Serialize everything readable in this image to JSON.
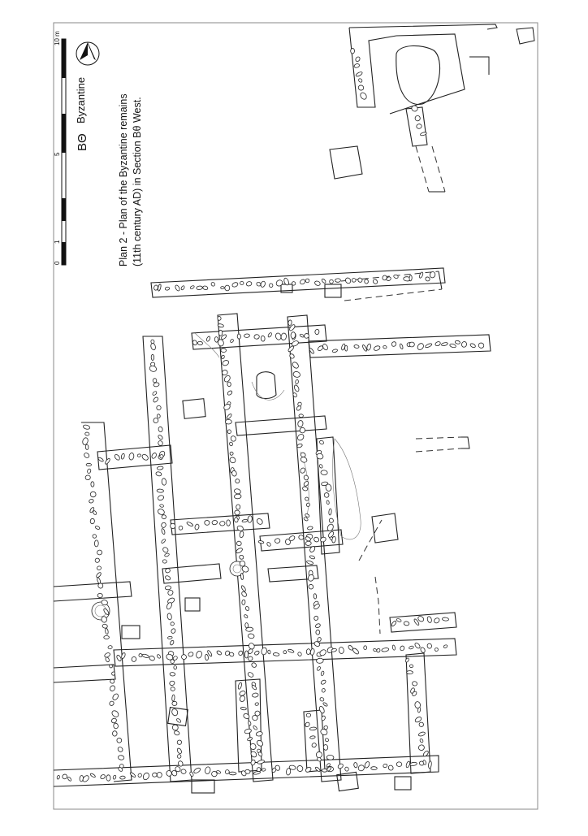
{
  "legend": {
    "phase_code": "BΘ",
    "phase_name": "Byzantine"
  },
  "scale_bar": {
    "labels": [
      "0",
      "1",
      "5",
      "10 m"
    ]
  },
  "title": {
    "line1": "Plan 2 - Plan of the Byzantine remains",
    "line2": "(11th century AD) in Section Bθ West."
  },
  "colors": {
    "ink": "#1a1a1a",
    "paper": "#ffffff",
    "border": "#888888"
  },
  "icons": {
    "north_arrow": "north-arrow-icon"
  }
}
